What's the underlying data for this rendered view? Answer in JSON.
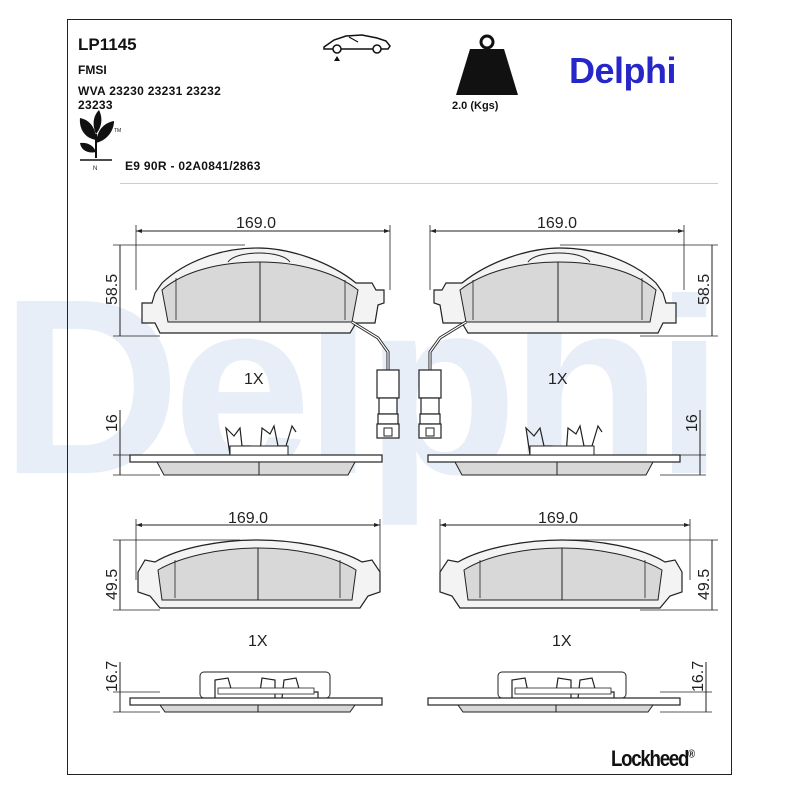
{
  "watermark_text": "Delphi",
  "header": {
    "part_number": "LP1145",
    "fmsi_label": "FMSI",
    "wva_line1": "WVA 23230 23231 23232",
    "wva_line2": "23233",
    "approval": "E9 90R - 02A0841/2863",
    "weight_label": "2.0 (Kgs)",
    "brand": "Delphi",
    "footer_brand": "Lockheed",
    "footer_mark": "®"
  },
  "icons": {
    "car": "car-front-axle-icon",
    "weight": "weight-icon",
    "eco": "eco-leaf-icon"
  },
  "drawing": {
    "top_left": {
      "width": "169.0",
      "height": "58.5",
      "thickness": "16",
      "qty": "1X"
    },
    "top_right": {
      "width": "169.0",
      "height": "58.5",
      "thickness": "16",
      "qty": "1X"
    },
    "bottom_left": {
      "width": "169.0",
      "height": "49.5",
      "thickness": "16.7",
      "qty": "1X"
    },
    "bottom_right": {
      "width": "169.0",
      "height": "49.5",
      "thickness": "16.7",
      "qty": "1X"
    }
  },
  "colors": {
    "brand": "#2727c9",
    "pad_fill": "#d8d8d8",
    "line": "#222222"
  }
}
